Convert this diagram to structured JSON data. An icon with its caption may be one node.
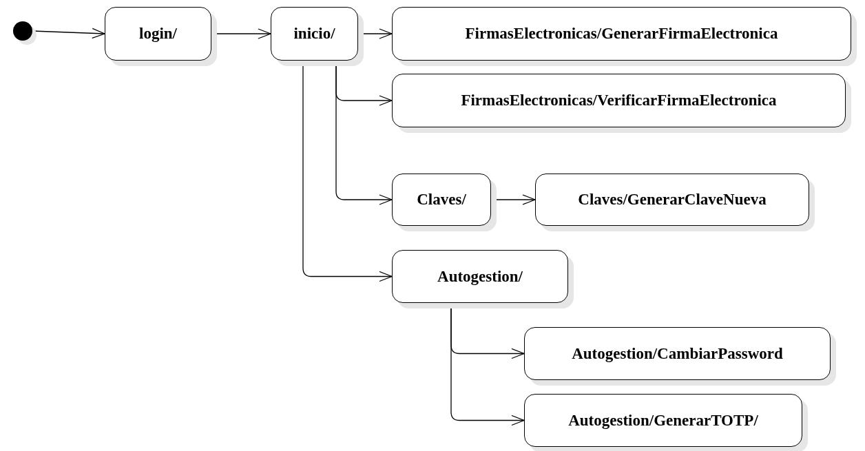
{
  "diagram": {
    "nodes": [
      {
        "text": [],
        "shape": "circle"
      },
      {
        "text": [
          "login/"
        ]
      },
      {
        "text": [
          "inicio/"
        ]
      },
      {
        "text": [
          "FirmasElectronicas/GenerarFirmaElectronica"
        ]
      },
      {
        "text": [
          "FirmasElectronicas/VerificarFirmaElectronica"
        ]
      },
      {
        "text": [
          "Claves/"
        ]
      },
      {
        "text": [
          "Claves/GenerarClaveNueva"
        ]
      },
      {
        "text": [
          "Autogestion/"
        ]
      },
      {
        "text": [
          "Autogestion/CambiarPassword"
        ]
      },
      {
        "text": [
          "Autogestion/GenerarTOTP/"
        ]
      }
    ],
    "edges": [
      {
        "from": 0,
        "to": 1,
        "arrow": "to"
      },
      {
        "from": 1,
        "to": 2,
        "arrow": "to"
      },
      {
        "from": 2,
        "to": 3,
        "arrow": "to"
      },
      {
        "from": 2,
        "to": 4,
        "arrow": "to"
      },
      {
        "from": 2,
        "to": 5,
        "arrow": "to"
      },
      {
        "from": 2,
        "to": 7,
        "arrow": "to"
      },
      {
        "from": 5,
        "to": 6,
        "arrow": "to"
      },
      {
        "from": 7,
        "to": 8,
        "arrow": "to"
      },
      {
        "from": 7,
        "to": 9,
        "arrow": "to"
      }
    ]
  }
}
